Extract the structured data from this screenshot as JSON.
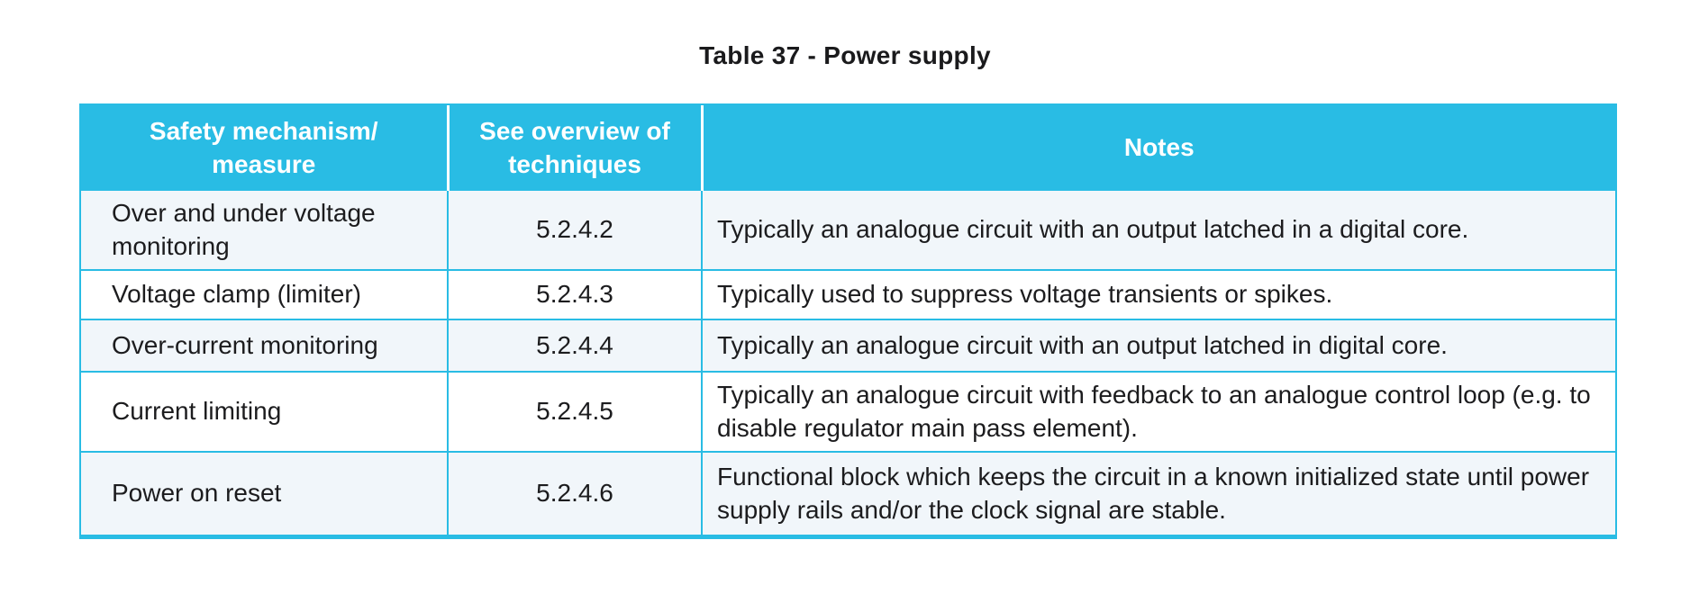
{
  "title": "Table 37 - Power supply",
  "colors": {
    "header_bg": "#29bce4",
    "border": "#29bce4",
    "row_alt_bg": "#f1f6fa",
    "row_bg": "#ffffff",
    "header_text": "#ffffff",
    "body_text": "#1c1c1e"
  },
  "table": {
    "headers": [
      "Safety mechanism/\nmeasure",
      "See overview of\ntechniques",
      "Notes"
    ],
    "rows": [
      {
        "mechanism": "Over and under voltage monitoring",
        "ref": "5.2.4.2",
        "note": "Typically an analogue circuit with an output latched in a digital core."
      },
      {
        "mechanism": "Voltage clamp (limiter)",
        "ref": "5.2.4.3",
        "note": "Typically used to suppress voltage transients or spikes."
      },
      {
        "mechanism": "Over-current monitoring",
        "ref": "5.2.4.4",
        "note": "Typically an analogue circuit with an output latched in digital core."
      },
      {
        "mechanism": "Current limiting",
        "ref": "5.2.4.5",
        "note": "Typically an analogue circuit with feedback to an analogue control loop (e.g. to disable regulator main pass element)."
      },
      {
        "mechanism": "Power on reset",
        "ref": "5.2.4.6",
        "note": "Functional block which keeps the circuit in a known initialized state until power supply rails and/or the clock signal are stable."
      }
    ]
  }
}
